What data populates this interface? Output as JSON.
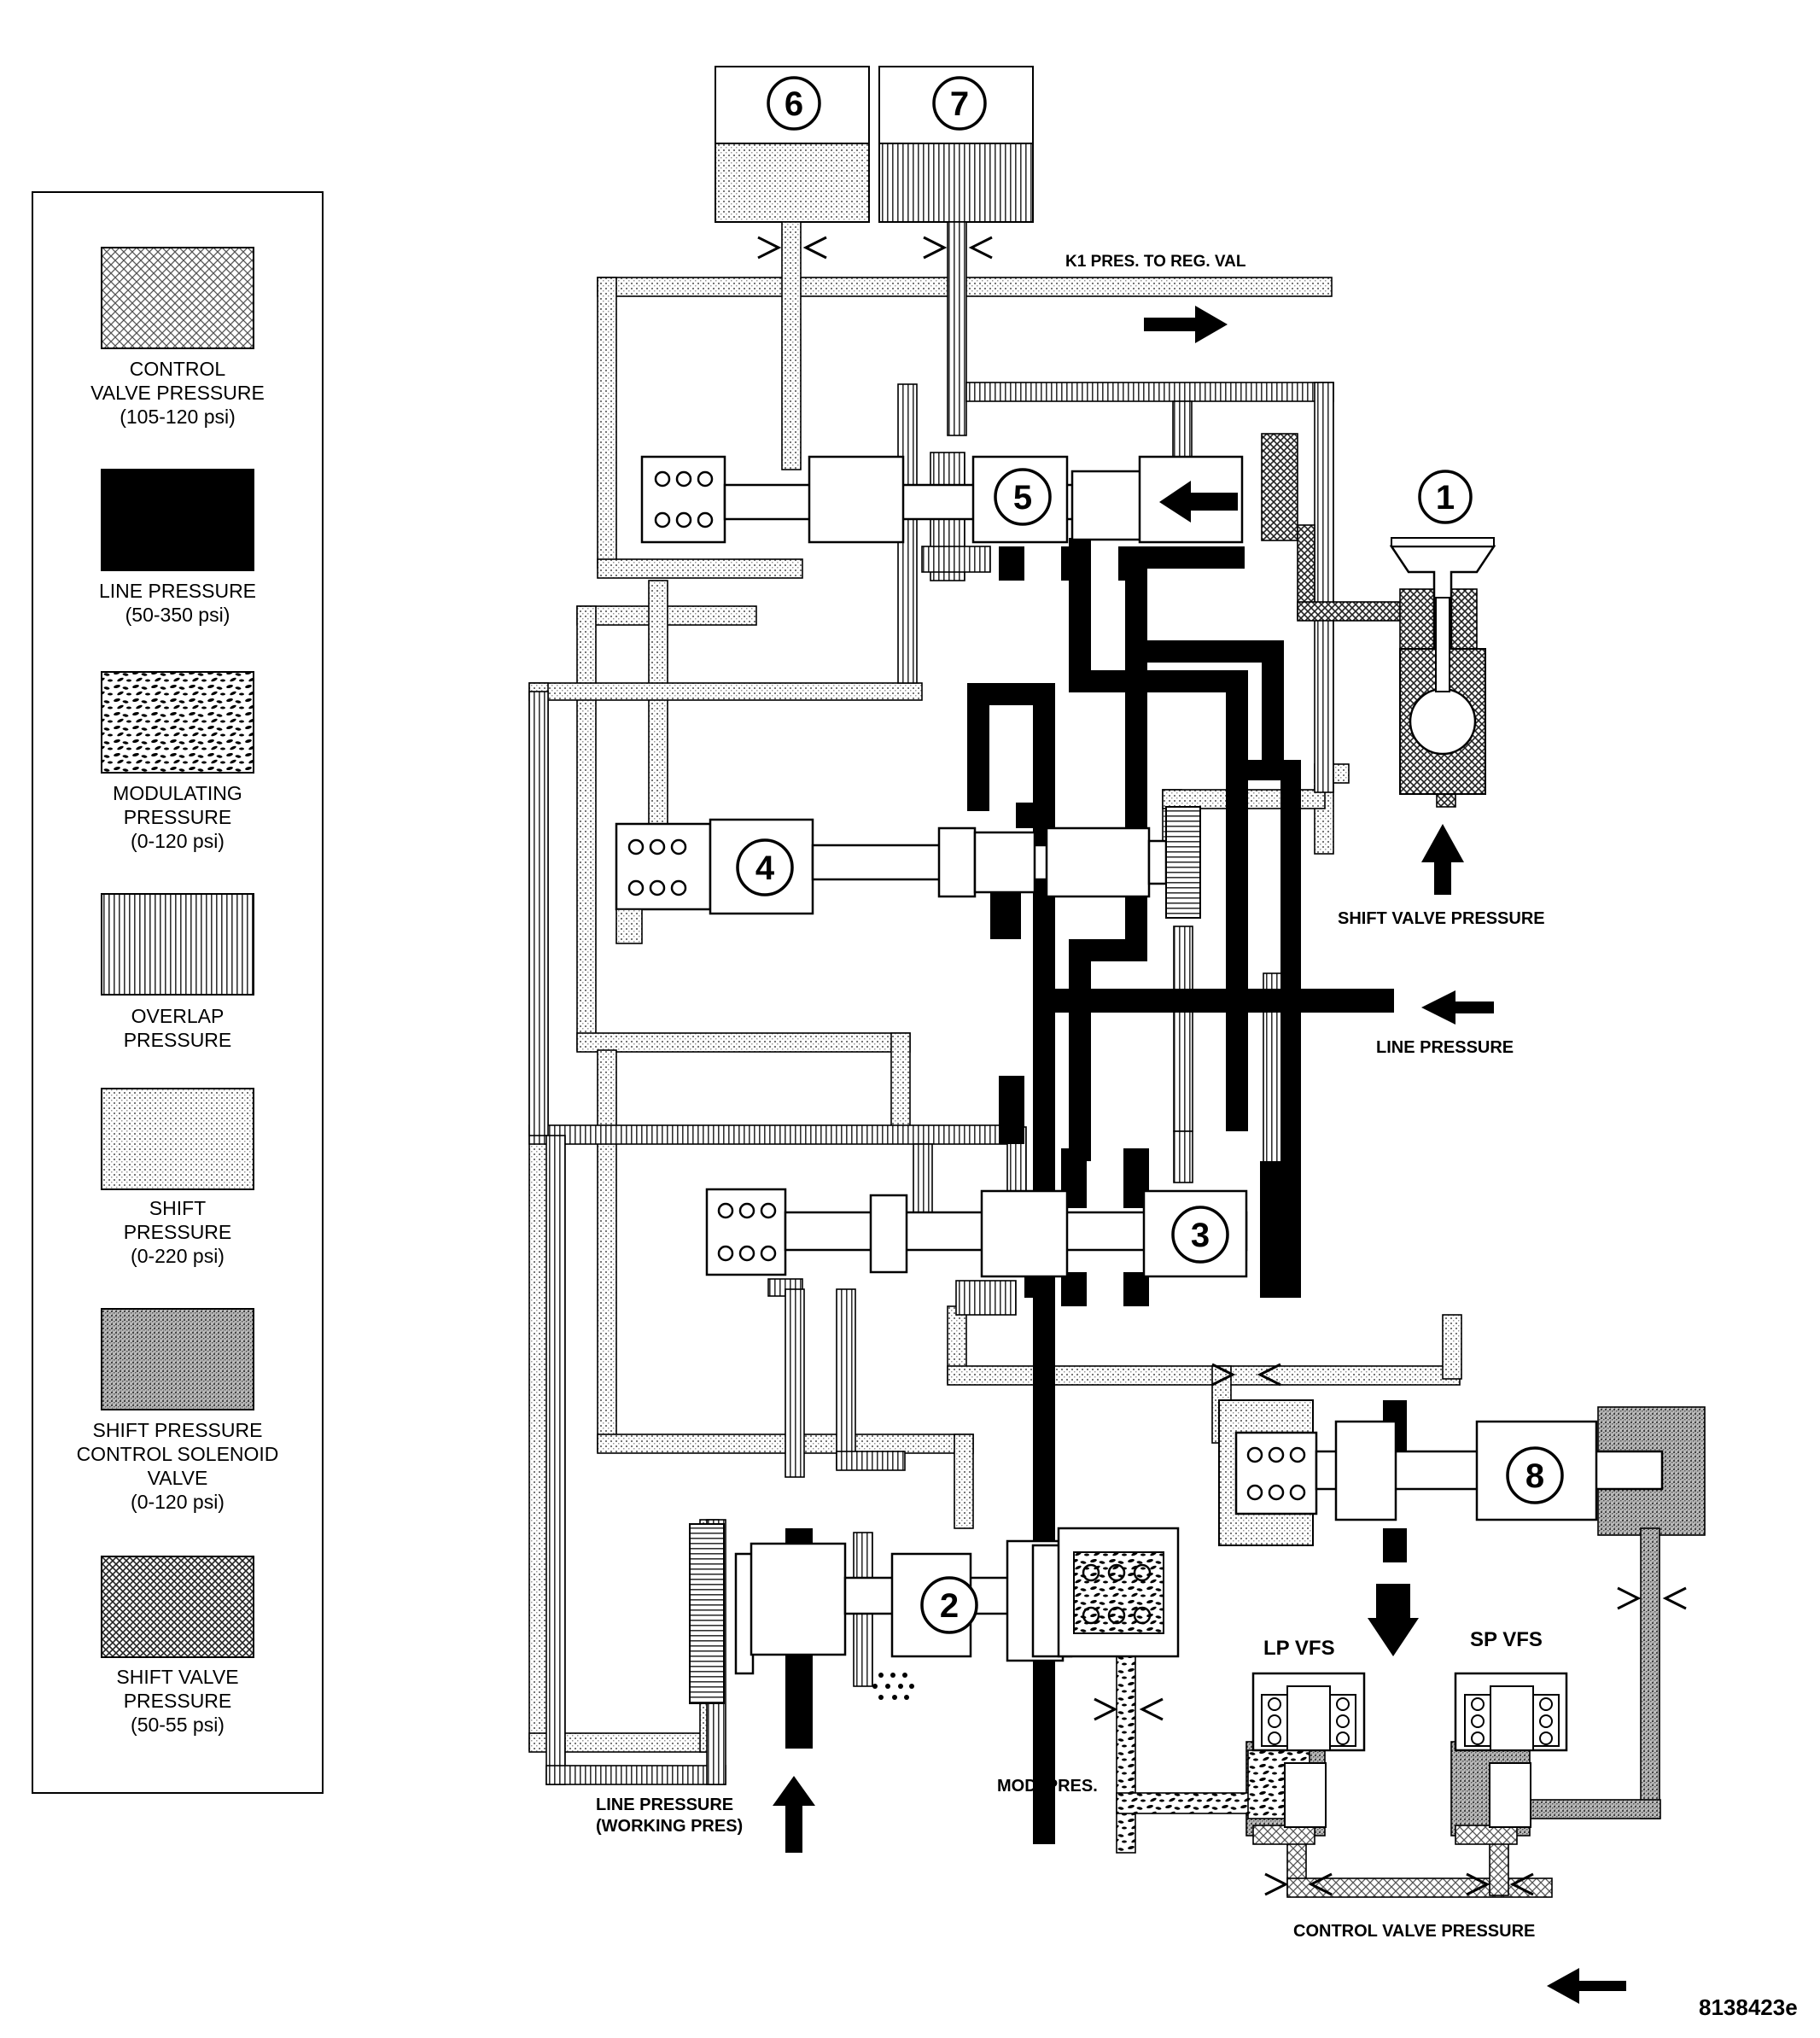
{
  "legend": {
    "items": [
      {
        "lines": [
          "CONTROL",
          "VALVE PRESSURE",
          "(105-120 psi)"
        ],
        "pattern": "crosshatch"
      },
      {
        "lines": [
          "LINE PRESSURE",
          "(50-350 psi)"
        ],
        "pattern": "solid-black"
      },
      {
        "lines": [
          "MODULATING",
          "PRESSURE",
          "(0-120 psi)"
        ],
        "pattern": "dashes"
      },
      {
        "lines": [
          "OVERLAP",
          "PRESSURE"
        ],
        "pattern": "vertical-lines"
      },
      {
        "lines": [
          "SHIFT",
          "PRESSURE",
          "(0-220 psi)"
        ],
        "pattern": "fine-dots"
      },
      {
        "lines": [
          "SHIFT PRESSURE",
          "CONTROL SOLENOID",
          "VALVE",
          "(0-120 psi)"
        ],
        "pattern": "dense-stipple"
      },
      {
        "lines": [
          "SHIFT VALVE",
          "PRESSURE",
          "(50-55 psi)"
        ],
        "pattern": "diagonal-crosshatch"
      }
    ]
  },
  "labels": {
    "k1": "K1 PRES. TO REG. VAL",
    "shift_valve_pressure": "SHIFT VALVE PRESSURE",
    "line_pressure": "LINE PRESSURE",
    "line_pressure_working_1": "LINE PRESSURE",
    "line_pressure_working_2": "(WORKING PRES)",
    "mod_pres": "MOD. PRES.",
    "lp_vfs": "LP VFS",
    "sp_vfs": "SP VFS",
    "control_valve_pressure": "CONTROL VALVE PRESSURE",
    "figure_id": "8138423e"
  },
  "callouts": [
    "1",
    "2",
    "3",
    "4",
    "5",
    "6",
    "7",
    "8"
  ]
}
